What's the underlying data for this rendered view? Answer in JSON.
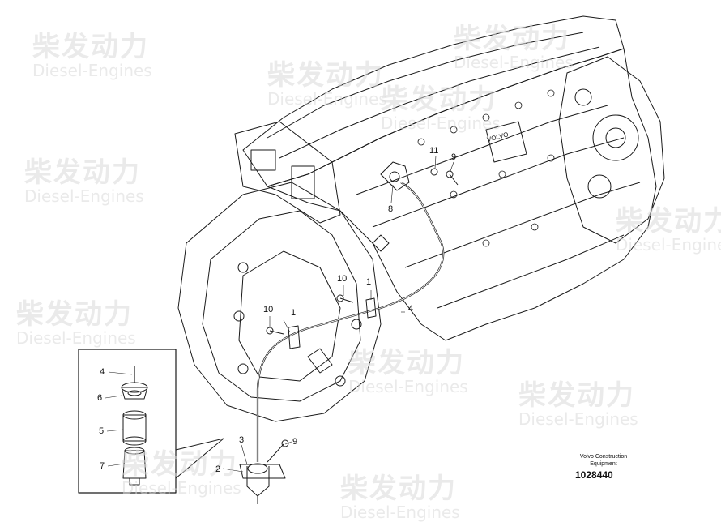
{
  "watermark": {
    "cn": "柴发动力",
    "en": "Diesel-Engines"
  },
  "callouts": {
    "c1a": "1",
    "c1b": "1",
    "c2": "2",
    "c3": "3",
    "c4": "4",
    "c4b": "4",
    "c5": "5",
    "c6": "6",
    "c7": "7",
    "c8": "8",
    "c9a": "9",
    "c9b": "9",
    "c10a": "10",
    "c10b": "10",
    "c11": "11"
  },
  "brand_on_engine": "VOLVO",
  "credit": {
    "line1": "Volvo Construction",
    "line2": "Equipment"
  },
  "doc_number": "1028440"
}
